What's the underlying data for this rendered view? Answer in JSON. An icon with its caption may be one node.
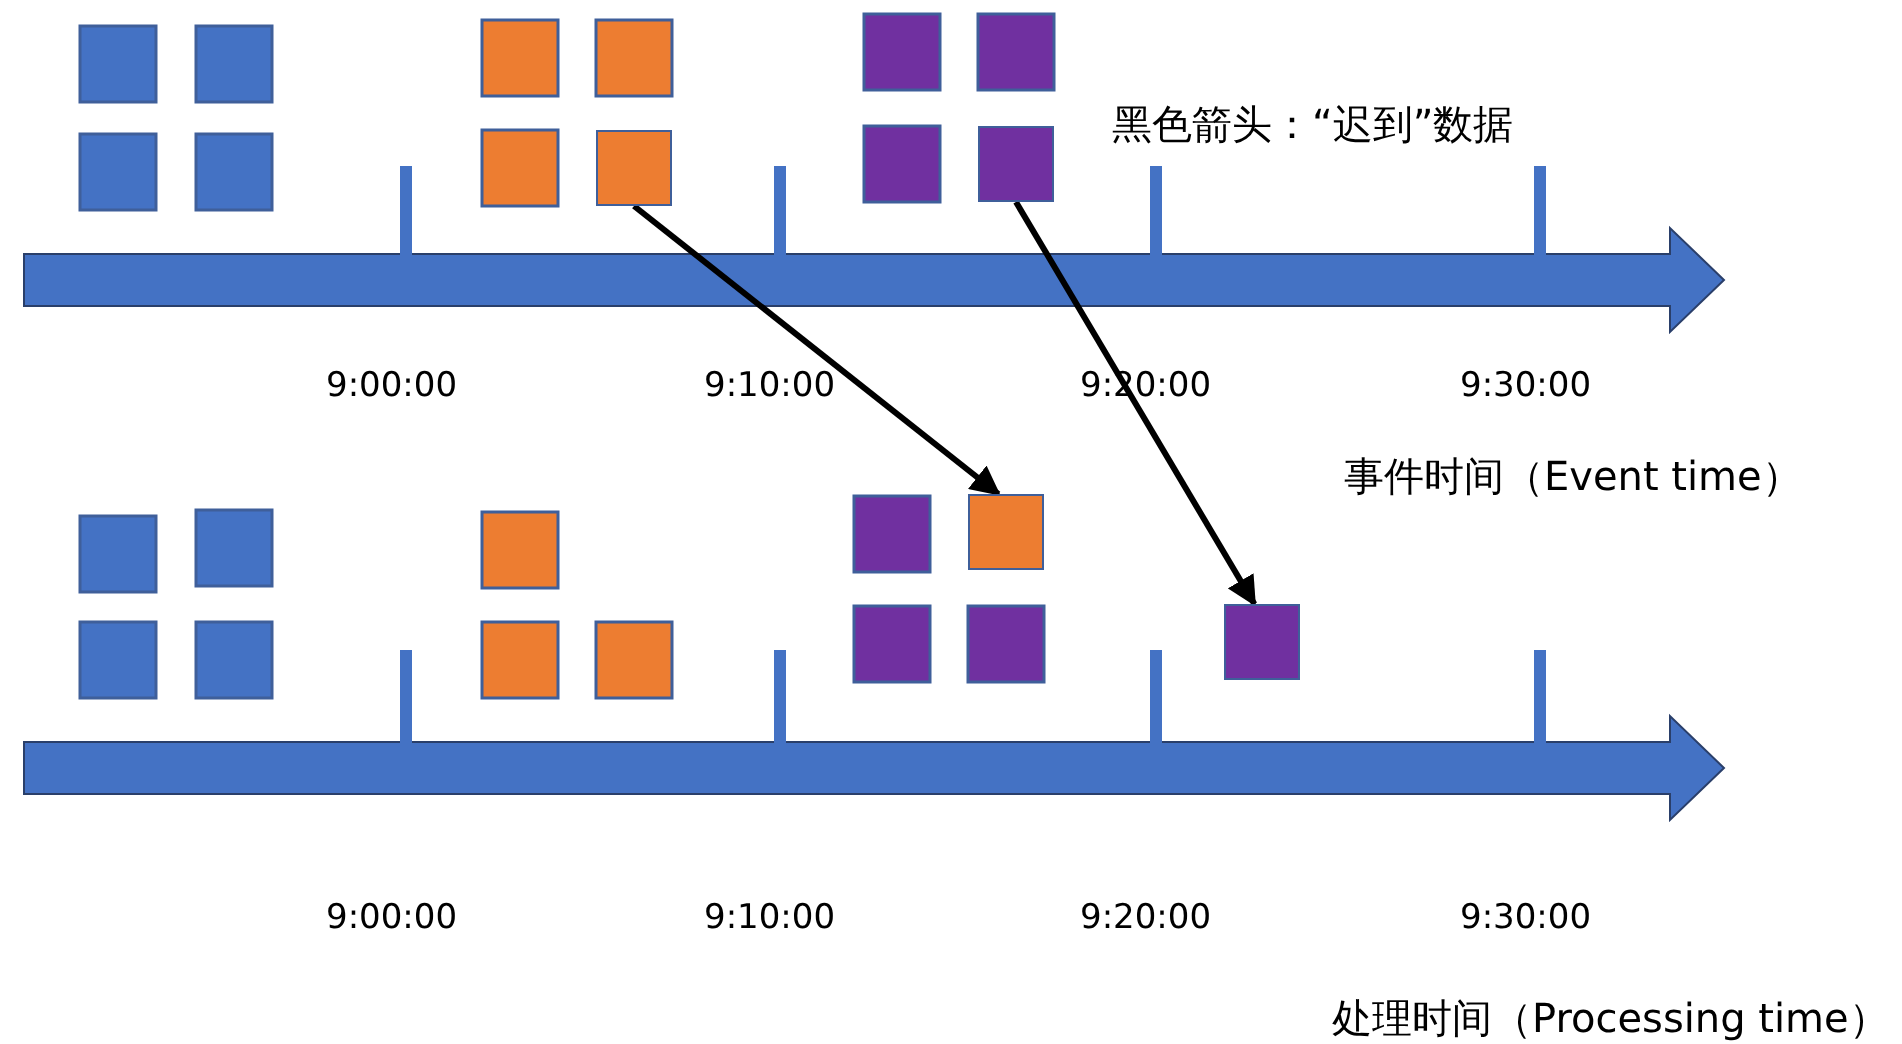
{
  "diagram": {
    "nodes": [
      {
        "text": [],
        "shape": "box"
      },
      {
        "text": [],
        "shape": "box"
      },
      {
        "text": [],
        "shape": "box"
      },
      {
        "text": [],
        "shape": "box"
      }
    ],
    "edges": [
      {
        "from": 0,
        "to": 2,
        "arrow": "to"
      },
      {
        "from": 1,
        "to": 3,
        "arrow": "to"
      }
    ],
    "labels": [
      "黑色箭头：“迟到”数据",
      "9:00:00",
      "9:10:00",
      "9:20:00",
      "9:30:00",
      "事件时间（Event time）",
      "9:00:00",
      "9:10:00",
      "9:20:00",
      "9:30:00",
      "处理时间（Processing time）"
    ]
  }
}
